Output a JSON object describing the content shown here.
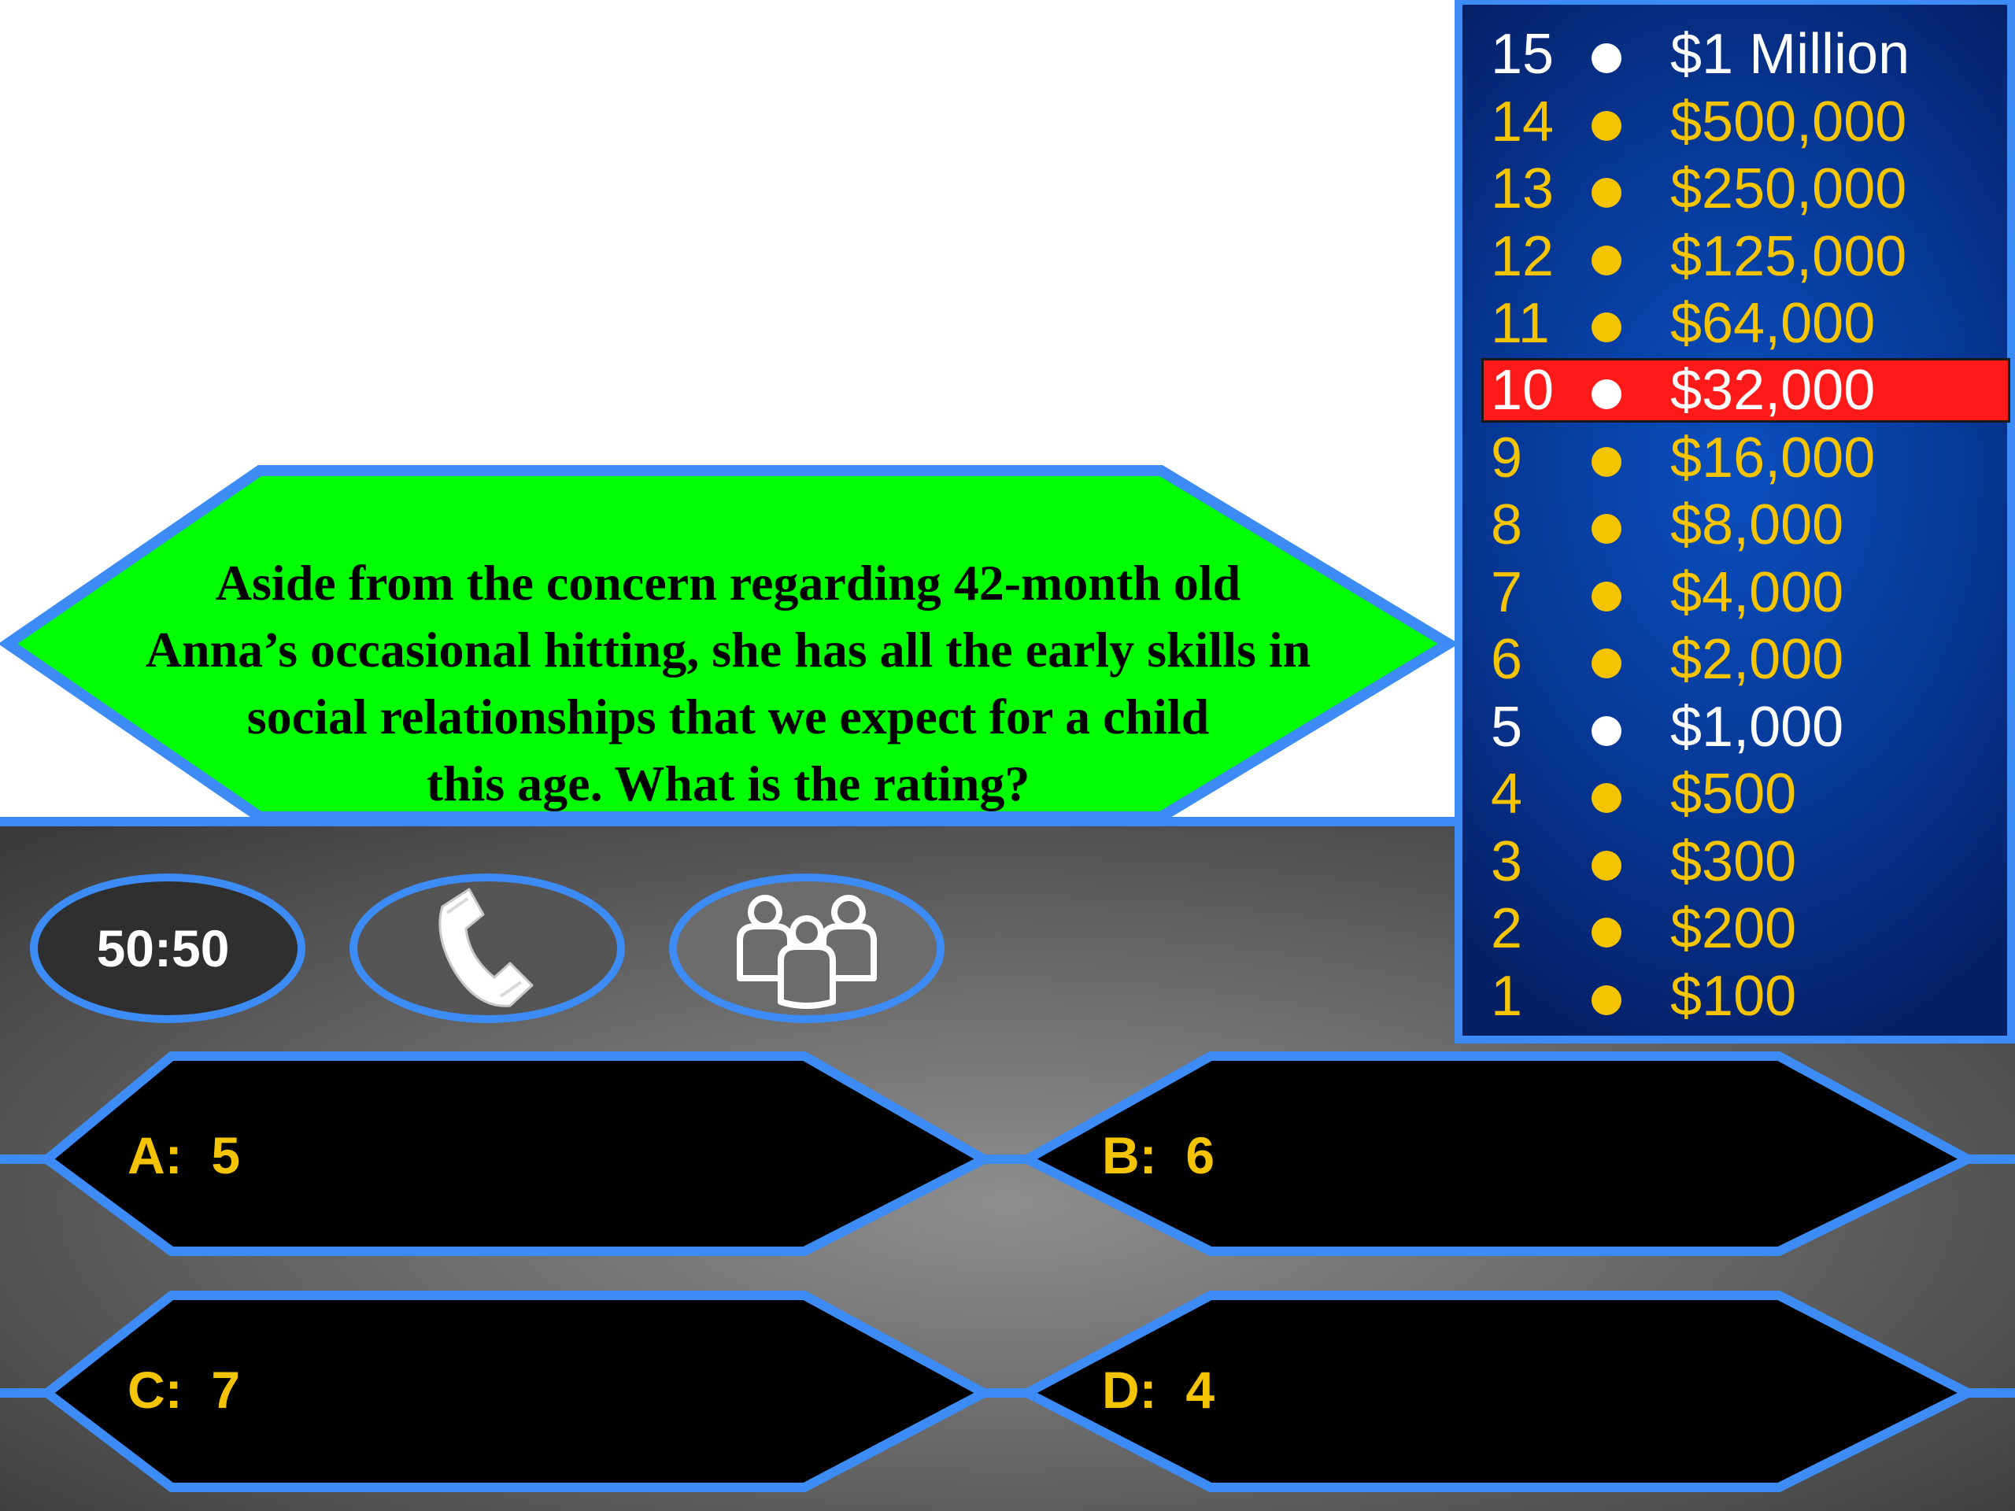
{
  "question": {
    "text": "Aside from the concern regarding 42-month old Anna’s occasional hitting, she has all the early skills in social relationships that we expect for a child this age. What is the rating?",
    "lines": [
      "Aside from the concern regarding 42-month old",
      "Anna’s occasional hitting, she has all the early skills in",
      "social relationships that we expect for a child",
      "this age. What is the rating?"
    ],
    "background_color": "#00ff00"
  },
  "lifelines": {
    "fifty_fifty_label": "50:50",
    "phone_icon": "phone-icon",
    "audience_icon": "audience-icon"
  },
  "answers": [
    {
      "letter": "A",
      "value": "5",
      "label": "A:  5"
    },
    {
      "letter": "B",
      "value": "6",
      "label": "B:  6"
    },
    {
      "letter": "C",
      "value": "7",
      "label": "C:  7"
    },
    {
      "letter": "D",
      "value": "4",
      "label": "D:  4"
    }
  ],
  "ladder": {
    "current_level": 10,
    "levels": [
      {
        "num": "15",
        "amount": "$1 Million",
        "milestone": true
      },
      {
        "num": "14",
        "amount": "$500,000",
        "milestone": false
      },
      {
        "num": "13",
        "amount": "$250,000",
        "milestone": false
      },
      {
        "num": "12",
        "amount": "$125,000",
        "milestone": false
      },
      {
        "num": "11",
        "amount": "$64,000",
        "milestone": false
      },
      {
        "num": "10",
        "amount": "$32,000",
        "milestone": true
      },
      {
        "num": "9",
        "amount": "$16,000",
        "milestone": false
      },
      {
        "num": "8",
        "amount": "$8,000",
        "milestone": false
      },
      {
        "num": "7",
        "amount": "$4,000",
        "milestone": false
      },
      {
        "num": "6",
        "amount": "$2,000",
        "milestone": false
      },
      {
        "num": "5",
        "amount": "$1,000",
        "milestone": true
      },
      {
        "num": "4",
        "amount": "$500",
        "milestone": false
      },
      {
        "num": "3",
        "amount": "$300",
        "milestone": false
      },
      {
        "num": "2",
        "amount": "$200",
        "milestone": false
      },
      {
        "num": "1",
        "amount": "$100",
        "milestone": false
      }
    ]
  },
  "colors": {
    "accent_blue": "#3d8bf5",
    "answer_text": "#f5c400",
    "current_level": "#ff1a1a"
  }
}
